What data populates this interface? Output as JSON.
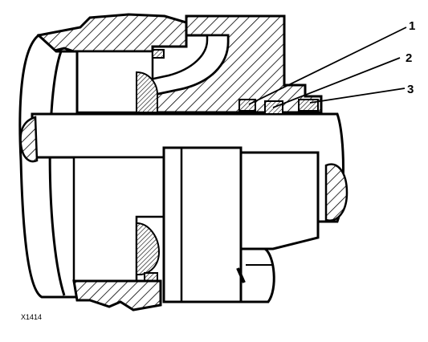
{
  "diagram": {
    "callouts": [
      {
        "label": "1"
      },
      {
        "label": "2"
      },
      {
        "label": "3"
      }
    ],
    "figure_id": "X1414"
  },
  "colors": {
    "ink": "#000000",
    "paper": "#ffffff"
  }
}
